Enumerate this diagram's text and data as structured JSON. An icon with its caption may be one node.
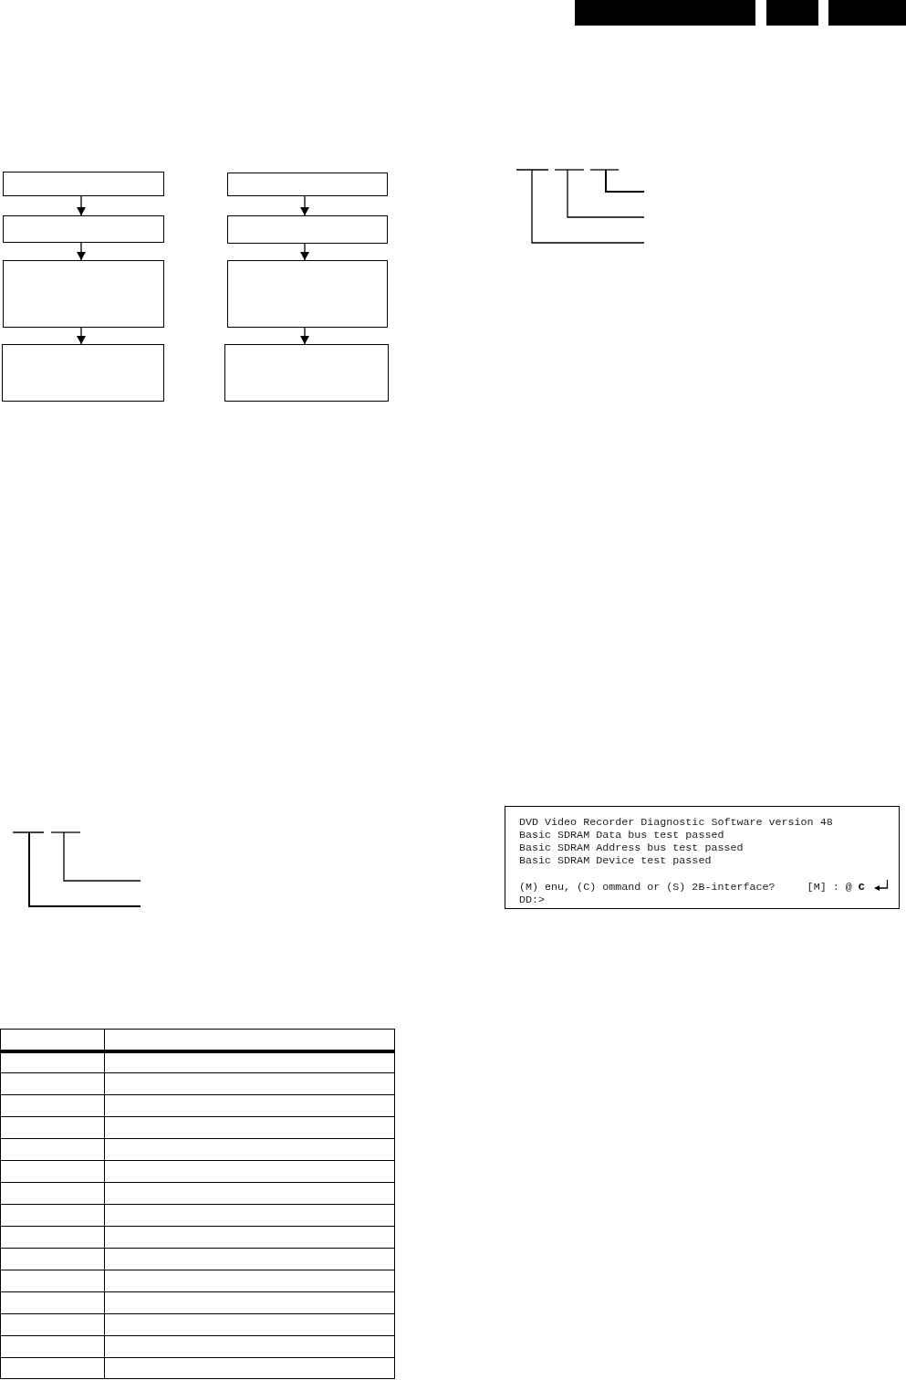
{
  "diagram": {
    "nodes": [
      {
        "text": [],
        "shape": "box"
      },
      {
        "text": [],
        "shape": "box"
      },
      {
        "text": [],
        "shape": "box"
      },
      {
        "text": [],
        "shape": "box"
      },
      {
        "text": [],
        "shape": "box"
      },
      {
        "text": [],
        "shape": "box"
      },
      {
        "text": [],
        "shape": "box"
      },
      {
        "text": [],
        "shape": "box"
      },
      {
        "text": [
          "DVD Video Recorder Diagnostic Software version 48",
          "Basic SDRAM Data bus test passed",
          "Basic SDRAM Address bus test passed",
          "Basic SDRAM Device test passed",
          "(M) enu, (C) ommand or (S) 2B-interface?     [M] : @ **C**",
          "DD:>"
        ]
      }
    ],
    "edges": [
      {
        "from": 0,
        "to": 1,
        "arrow": "to"
      },
      {
        "from": 1,
        "to": 2,
        "arrow": "to"
      },
      {
        "from": 2,
        "to": 3,
        "arrow": "to"
      },
      {
        "from": 4,
        "to": 5,
        "arrow": "to"
      },
      {
        "from": 5,
        "to": 6,
        "arrow": "to"
      },
      {
        "from": 6,
        "to": 7,
        "arrow": "to"
      }
    ]
  }
}
